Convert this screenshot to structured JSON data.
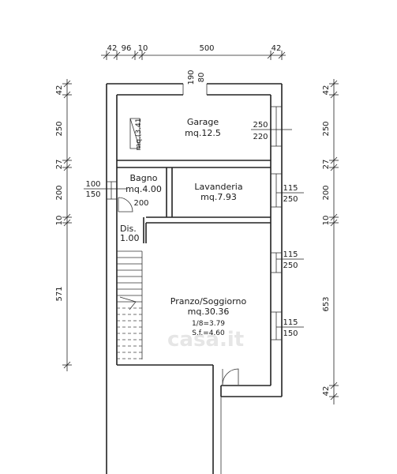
{
  "top_dims": [
    "42",
    "96",
    "10",
    "500",
    "42"
  ],
  "left_dims": [
    "42",
    "250",
    "27",
    "200",
    "10",
    "571"
  ],
  "right_dims": [
    "42",
    "250",
    "27",
    "200",
    "10",
    "653",
    "42"
  ],
  "rooms": {
    "garage": {
      "name": "Garage",
      "area": "mq.12.5"
    },
    "bagno": {
      "name": "Bagno",
      "area": "mq.4.00"
    },
    "lavanderia": {
      "name": "Lavanderia",
      "area": "mq.7.93"
    },
    "dis": {
      "name": "Dis.",
      "area": "1.00"
    },
    "pranzo": {
      "name": "Pranzo/Soggiorno",
      "area": "mq.30.36",
      "ratio": "1/8=3.79",
      "sf": "S.f.=4.60"
    }
  },
  "openings": {
    "garage_door": [
      "190",
      "80"
    ],
    "garage_window": [
      "250",
      "220"
    ],
    "bagno_window": [
      "100",
      "150"
    ],
    "lav_window": [
      "115",
      "250"
    ],
    "pranzo_window_1": [
      "115",
      "250"
    ],
    "pranzo_window_2": [
      "115",
      "150"
    ],
    "garage_side": "mq.(3.41",
    "door_200": "200"
  },
  "watermark": "casa.it"
}
